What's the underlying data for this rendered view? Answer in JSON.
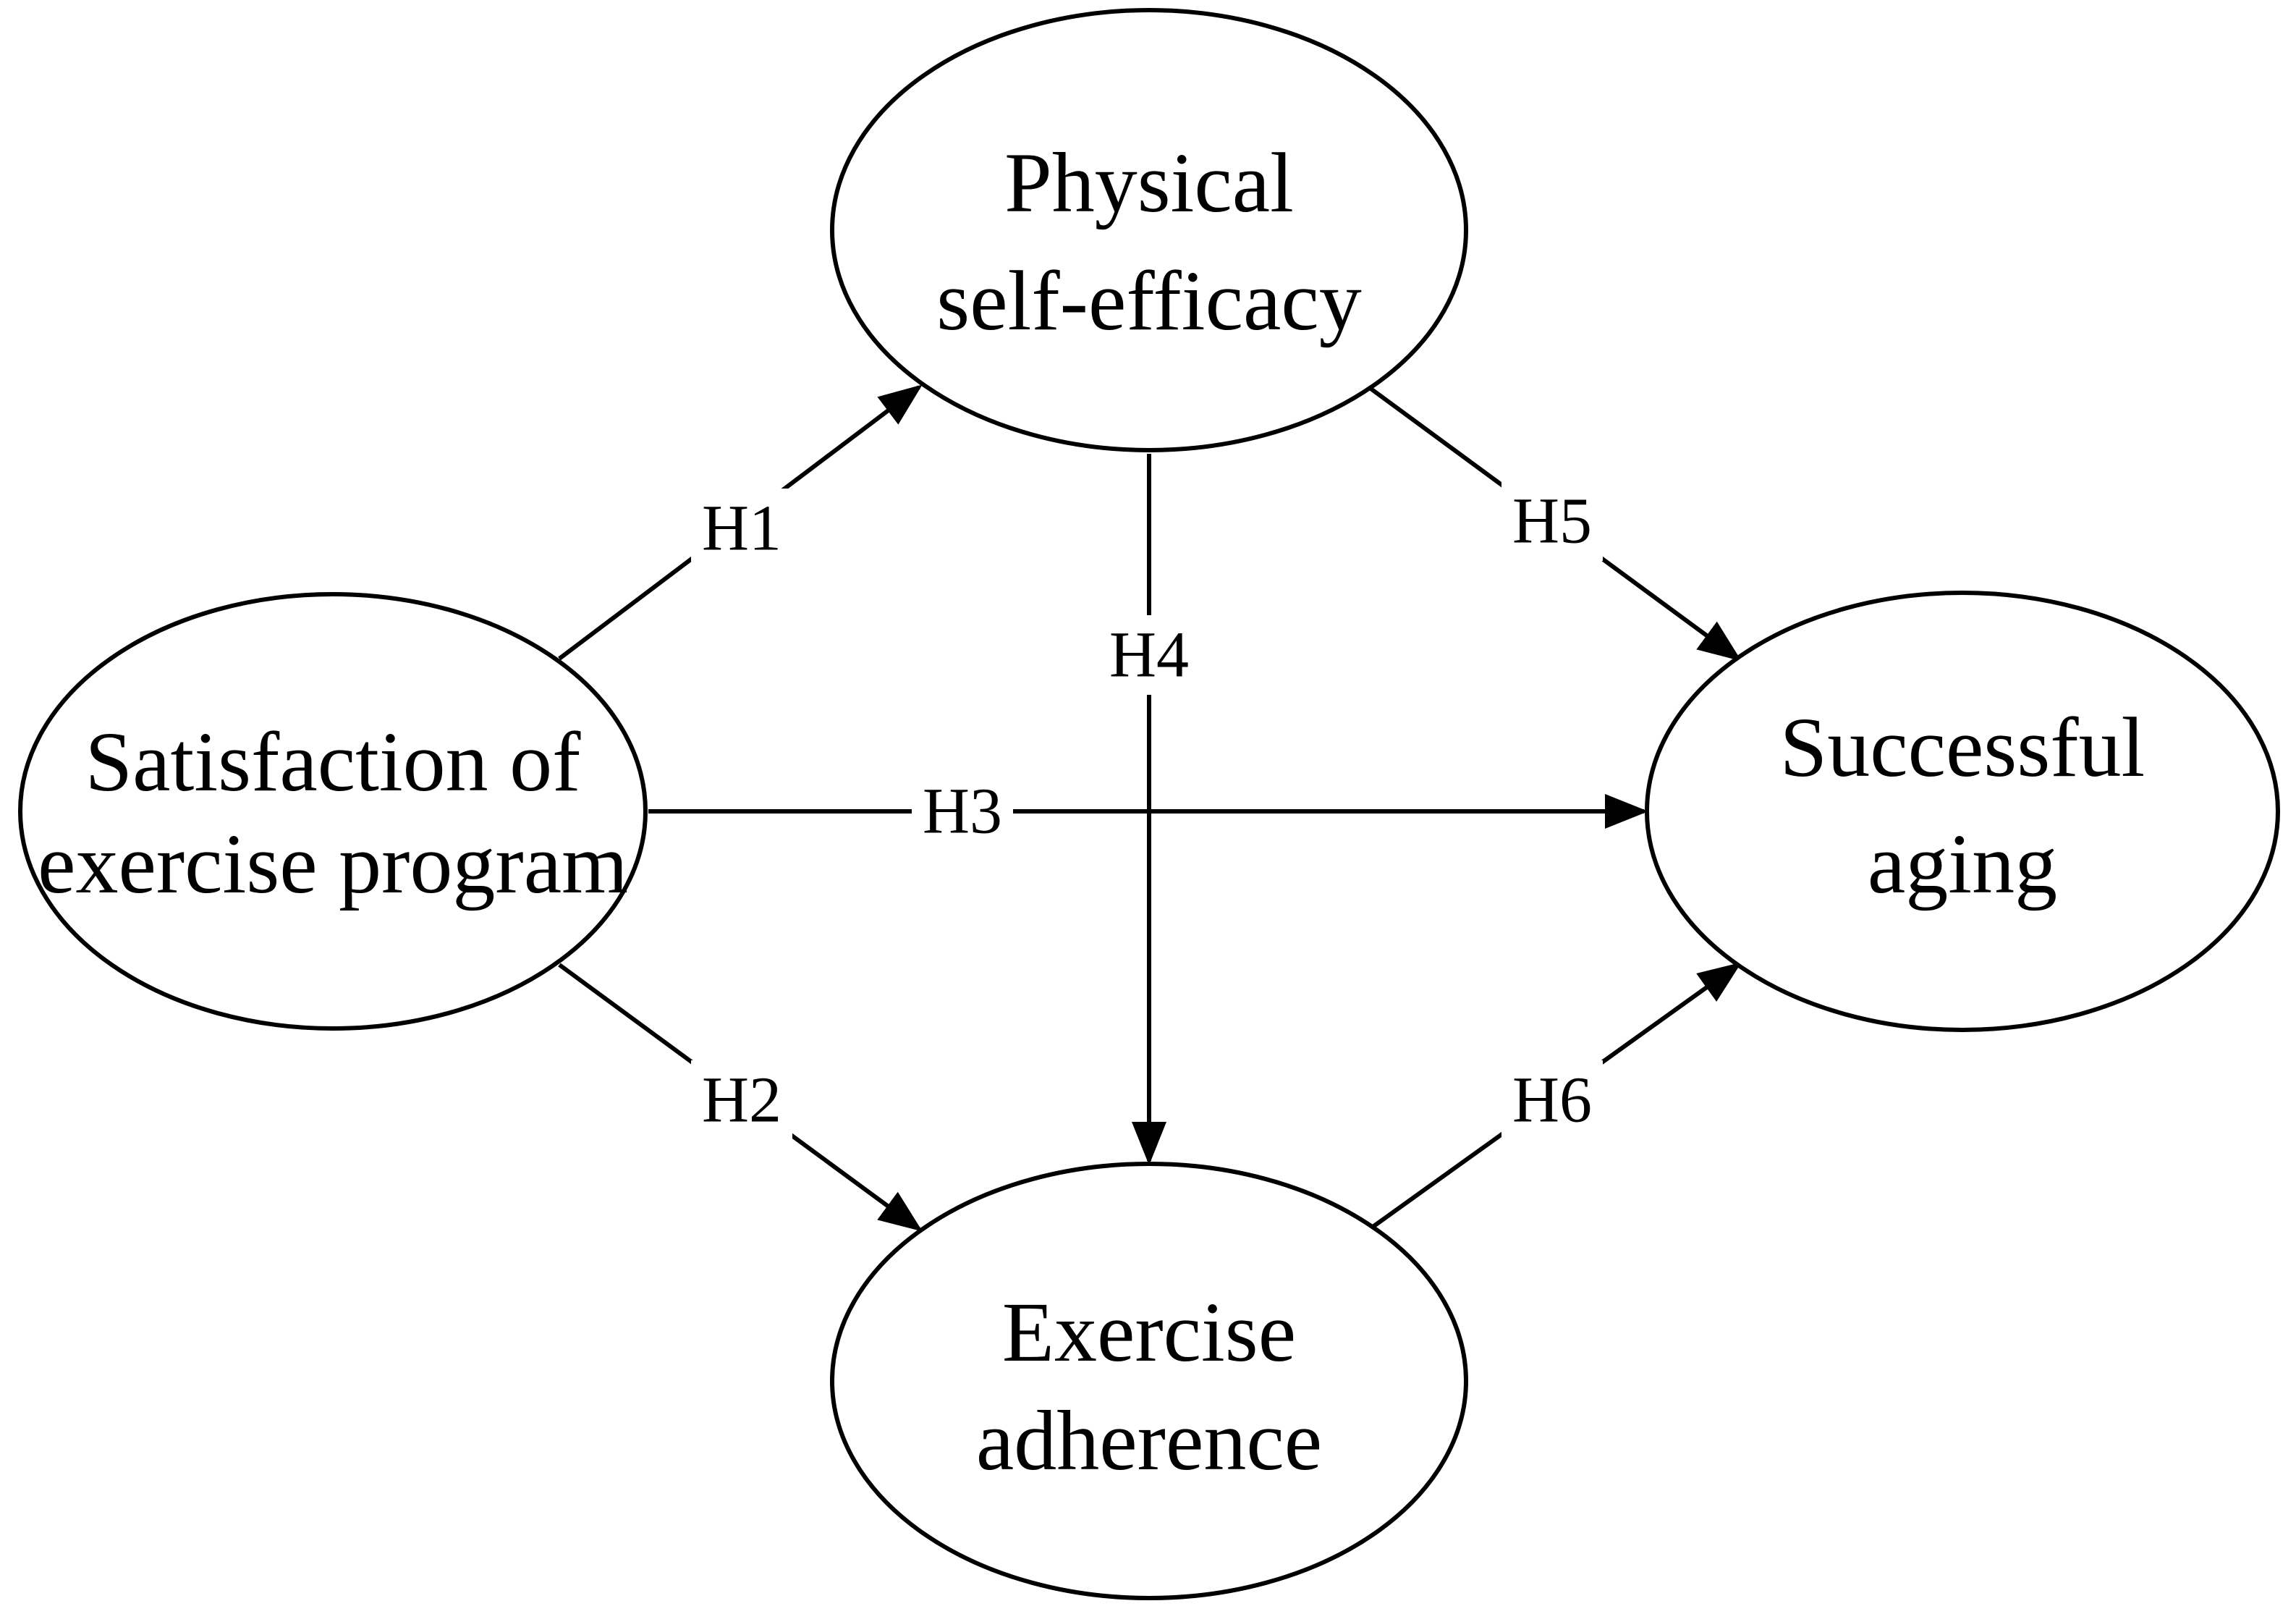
{
  "colors": {
    "stroke": "#000000",
    "background": "#ffffff"
  },
  "nodes": {
    "physical_self_efficacy": {
      "line1": "Physical",
      "line2": "self-efficacy"
    },
    "satisfaction": {
      "line1": "Satisfaction of",
      "line2": "exercise program"
    },
    "successful_aging": {
      "line1": "Successful",
      "line2": "aging"
    },
    "exercise_adherence": {
      "line1": "Exercise",
      "line2": "adherence"
    }
  },
  "edges": {
    "h1": {
      "label": "H1",
      "from": "Satisfaction of exercise program",
      "to": "Physical self-efficacy"
    },
    "h2": {
      "label": "H2",
      "from": "Satisfaction of exercise program",
      "to": "Exercise adherence"
    },
    "h3": {
      "label": "H3",
      "from": "Satisfaction of exercise program",
      "to": "Successful aging"
    },
    "h4": {
      "label": "H4",
      "from": "Physical self-efficacy",
      "to": "Exercise adherence"
    },
    "h5": {
      "label": "H5",
      "from": "Physical self-efficacy",
      "to": "Successful aging"
    },
    "h6": {
      "label": "H6",
      "from": "Exercise adherence",
      "to": "Successful aging"
    }
  }
}
